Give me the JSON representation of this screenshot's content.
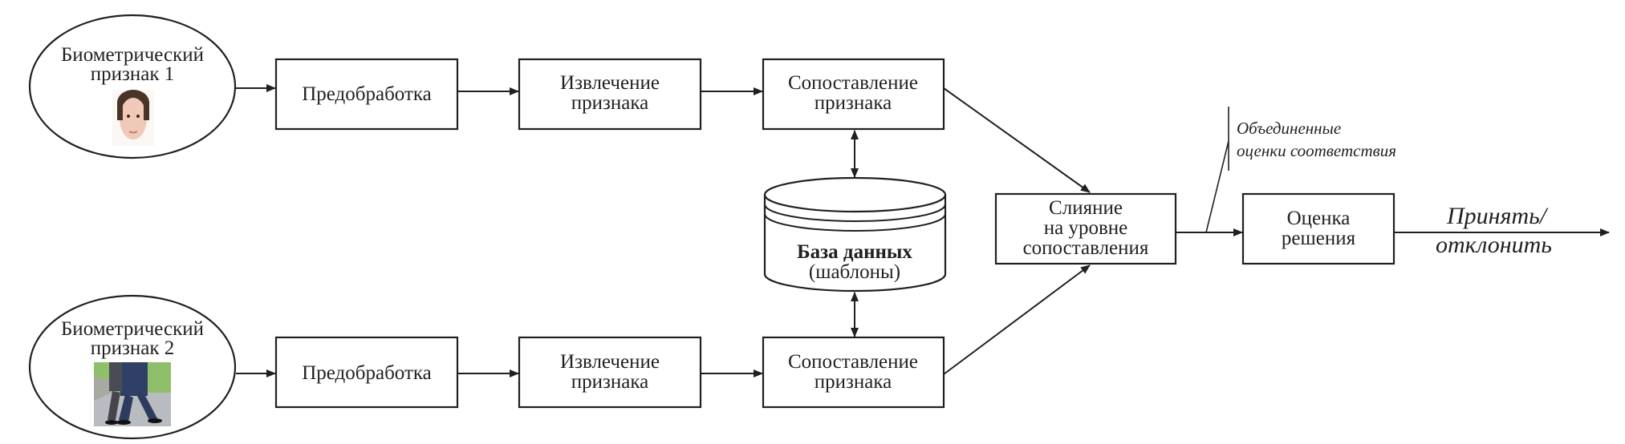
{
  "diagram": {
    "inputs": [
      {
        "line1": "Биометрический",
        "line2": "признак 1",
        "image": "face-photo"
      },
      {
        "line1": "Биометрический",
        "line2": "признак 2",
        "image": "gait-photo"
      }
    ],
    "rows": [
      {
        "preprocess": "Предобработка",
        "extract": [
          "Извлечение",
          "признака"
        ],
        "match": [
          "Сопоставление",
          "признака"
        ]
      },
      {
        "preprocess": "Предобработка",
        "extract": [
          "Извлечение",
          "признака"
        ],
        "match": [
          "Сопоставление",
          "признака"
        ]
      }
    ],
    "database": {
      "title": "База данных",
      "subtitle": "(шаблоны)"
    },
    "fusion": [
      "Слияние",
      "на уровне",
      "сопоставления"
    ],
    "fused_scores_label": [
      "Объединенные",
      "оценки соответствия"
    ],
    "decision": [
      "Оценка",
      "решения"
    ],
    "output": [
      "Принять/",
      "отклонить"
    ]
  }
}
